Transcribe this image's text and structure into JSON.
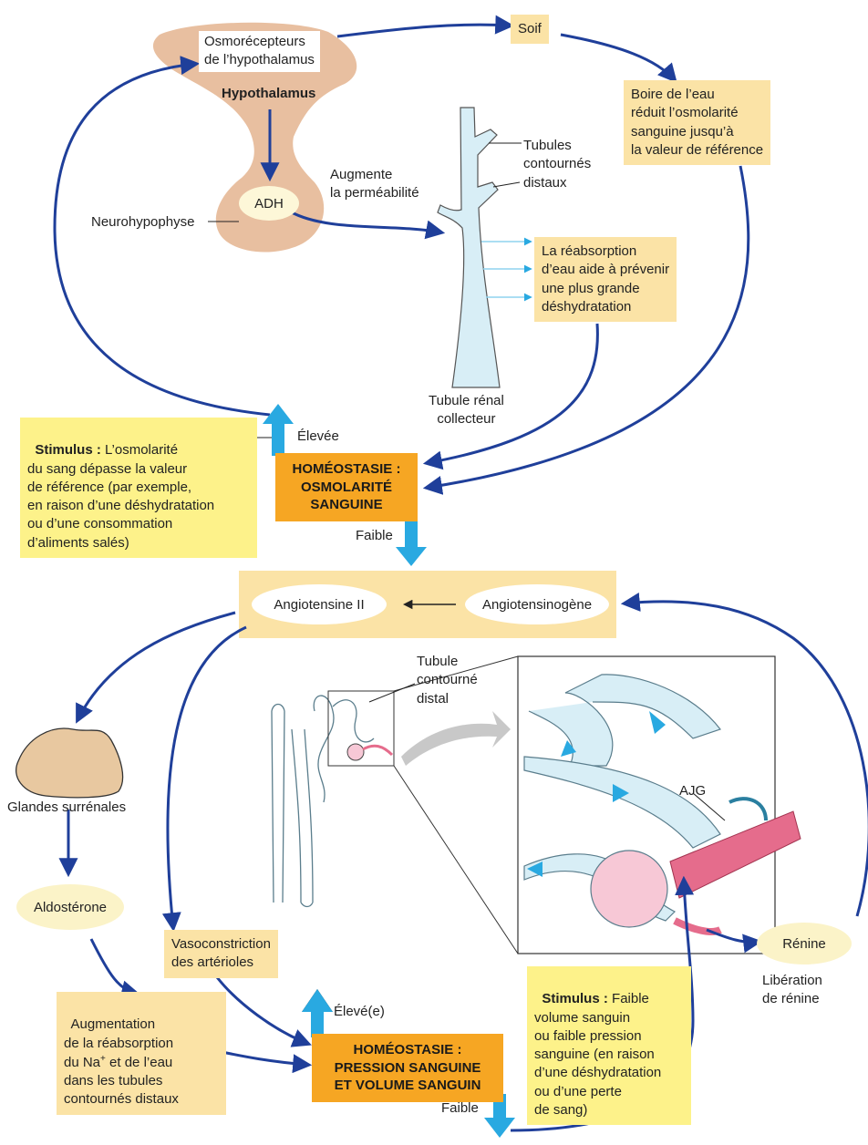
{
  "colors": {
    "arrow_blue": "#1f3f9a",
    "cyan_arrow": "#29a9e1",
    "homeostasis_orange": "#f6a623",
    "note_yellow": "#fbe3a6",
    "stimulus_yellow": "#fdf28a",
    "hypothalamus_tan": "#e8bfa0",
    "tubule_blue": "#d8eef6"
  },
  "top": {
    "osmoreceptors": "Osmorécepteurs\nde l’hypothalamus",
    "hypothalamus": "Hypothalamus",
    "adh": "ADH",
    "neurohypophyse": "Neurohypophyse",
    "augmente": "Augmente\nla perméabilité",
    "soif": "Soif",
    "boire": "Boire de l’eau\nréduit l’osmolarité\nsanguine jusqu’à\nla valeur de référence",
    "tubules_distaux": "Tubules\ncontournés\ndistaux",
    "reabsorption": "La réabsorption\nd’eau aide à prévenir\nune plus grande\ndéshydratation",
    "tubule_collecteur": "Tubule rénal\ncollecteur",
    "stimulus_bold": "Stimulus :",
    "stimulus_text": " L’osmolarité\ndu sang dépasse la valeur\nde référence (par exemple,\nen raison d’une déshydratation\nou d’une consommation\nd’aliments salés)",
    "elevee": "Élevée",
    "homeo1": "HOMÉOSTASIE :\nOSMOLARITÉ\nSANGUINE",
    "faible1": "Faible"
  },
  "bottom": {
    "angiotensine2": "Angiotensine II",
    "angiotensinogene": "Angiotensinogène",
    "glandes": "Glandes surrénales",
    "aldosterone": "Aldostérone",
    "tubule_distal": "Tubule\ncontourné\ndistal",
    "ajg": "AJG",
    "renine": "Rénine",
    "liberation": "Libération\nde rénine",
    "vasoconstriction": "Vasoconstriction\ndes artérioles",
    "augmentation_pre": "Augmentation\nde la réabsorption\ndu Na",
    "augmentation_sup": "+",
    "augmentation_post": " et de l’eau\ndans les tubules\ncontournés distaux",
    "stimulus_bold": "Stimulus :",
    "stimulus_text": " Faible\nvolume sanguin\nou faible pression\nsanguine (en raison\nd’une déshydratation\nou d’une perte\nde sang)",
    "elevee": "Élevé(e)",
    "homeo2": "HOMÉOSTASIE :\nPRESSION SANGUINE\nET VOLUME SANGUIN",
    "faible2": "Faible"
  }
}
